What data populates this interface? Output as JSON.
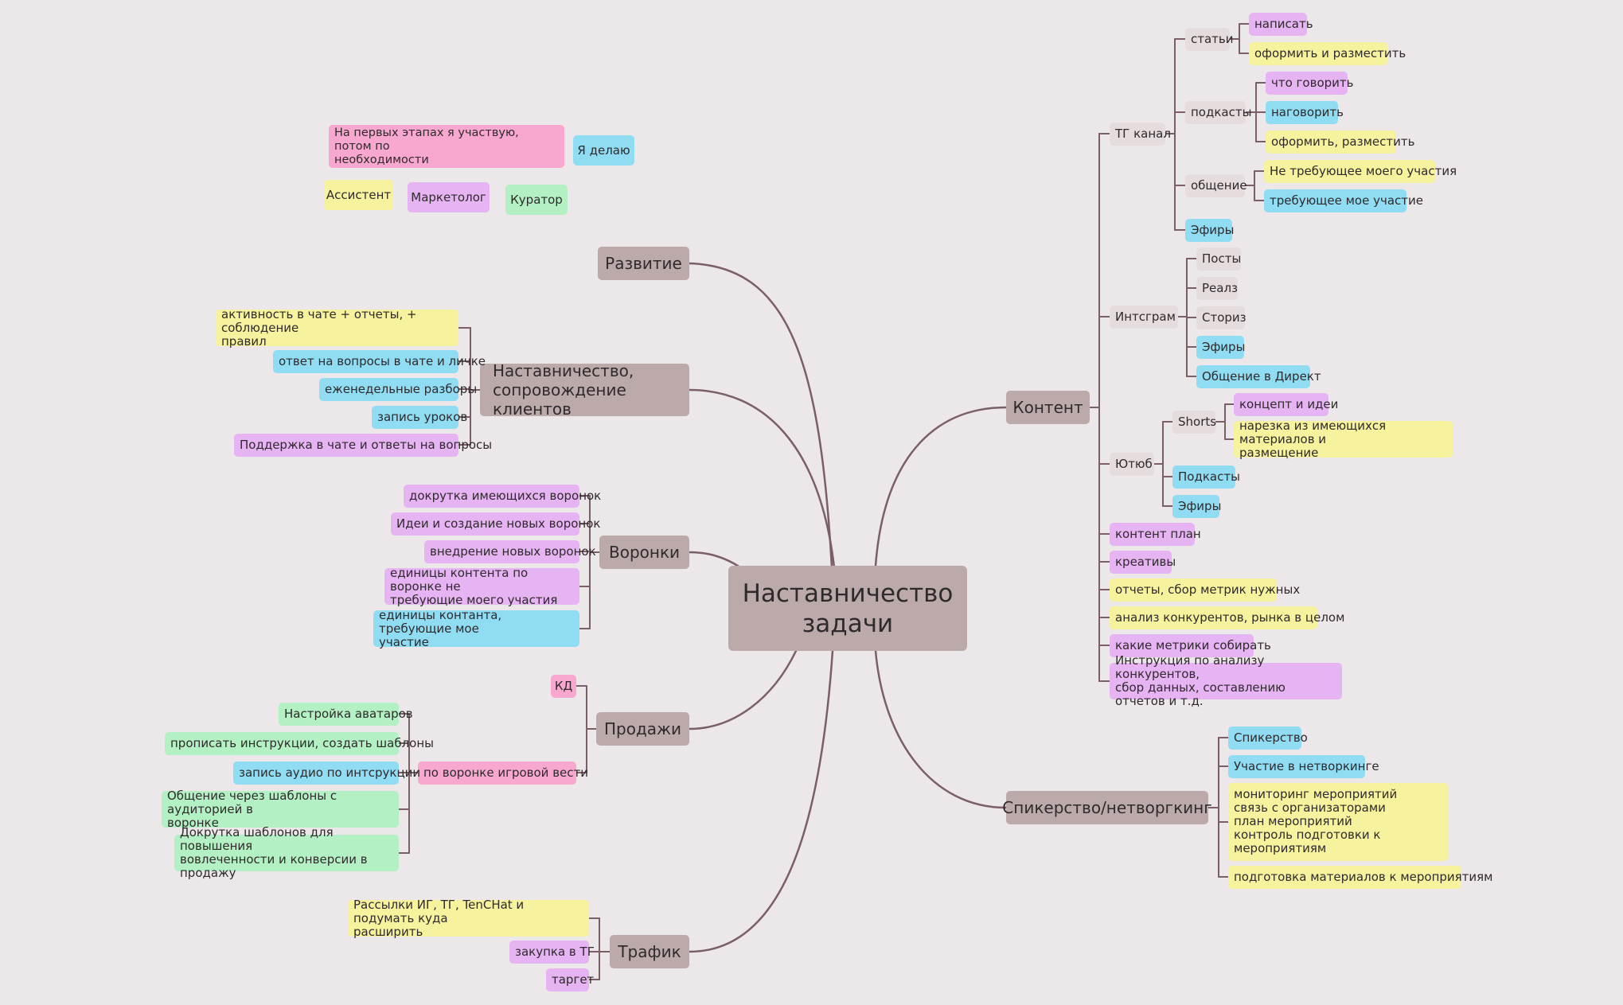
{
  "colors": {
    "background": "#ece7e9",
    "branch": "#bcaaab",
    "connector": "#7a5f66",
    "gray": "#e4dcdd",
    "pink": "#f8a8cf",
    "blue": "#8fdcf3",
    "yellow": "#f6f29e",
    "purple": "#e6b3f3",
    "green": "#b3f0c3"
  },
  "center": "Наставничество\nзадачи",
  "legend": {
    "note": "На первых этапах я участвую, потом по\nнеобходимости",
    "i_do": "Я делаю",
    "assistant": "Ассистент",
    "marketer": "Маркетолог",
    "curator": "Куратор"
  },
  "left": {
    "development": {
      "label": "Развитие"
    },
    "mentoring": {
      "label": "Наставничество,\nсопровождение клиентов",
      "items": [
        "активность в чате + отчеты, + соблюдение\nправил",
        "ответ на вопросы в чате и личке",
        "еженедельные разборы",
        "запись уроков",
        "Поддержка в чате и ответы на вопросы"
      ]
    },
    "funnels": {
      "label": "Воронки",
      "items": [
        "докрутка имеющихся воронок",
        "Идеи и создание новых воронок",
        "внедрение новых воронок",
        "единицы контента по воронке не\nтребующие моего участия",
        "единицы контанта, требующие мое\nучастие"
      ]
    },
    "sales": {
      "label": "Продажи",
      "kd": "КД",
      "game": "по воронке игровой вести",
      "game_items": [
        "Настройка аватаров",
        "прописать инструкции, создать шаблоны",
        "запись аудио по интсрукции",
        "Общение через шаблоны с аудиторией в\nворонке",
        "Докрутка шаблонов для повышения\nвовлеченности и конверсии в продажу"
      ]
    },
    "traffic": {
      "label": "Трафик",
      "items": [
        "Рассылки ИГ, ТГ, TenCHat и подумать куда\nрасширить",
        "закупка в ТГ",
        "таргет"
      ]
    }
  },
  "right": {
    "content": {
      "label": "Контент",
      "tg": {
        "label": "ТГ канал",
        "articles": {
          "label": "статьи",
          "items": [
            "написать",
            "оформить и разместить"
          ]
        },
        "podcasts": {
          "label": "подкасты",
          "items": [
            "что говорить",
            "наговорить",
            "оформить, разместить"
          ]
        },
        "communication": {
          "label": "общение",
          "items": [
            "Не требующее моего участия",
            "требующее мое участие"
          ]
        },
        "streams": "Эфиры"
      },
      "instagram": {
        "label": "Интсграм",
        "items": [
          "Посты",
          "Реалз",
          "Сториз",
          "Эфиры",
          "Общение в Директ"
        ]
      },
      "youtube": {
        "label": "Ютюб",
        "shorts": {
          "label": "Shorts",
          "items": [
            "концепт и идеи",
            "нарезка из имеющихся материалов и\nразмещение"
          ]
        },
        "podcasts": "Подкасты",
        "streams": "Эфиры"
      },
      "items": [
        "контент план",
        "креативы",
        "отчеты, сбор метрик нужных",
        "анализ конкурентов, рынка в целом",
        "какие метрики собирать",
        "Инструкция по анализу конкурентов,\nсбор данных, составлению отчетов и т.д."
      ]
    },
    "speaking": {
      "label": "Спикерство/нетворгкинг",
      "items": [
        "Спикерство",
        "Участие в нетворкинге",
        "мониторинг мероприятий\nсвязь с организаторами\nплан мероприятий\nконтроль подготовки к мероприятиям",
        "подготовка материалов к мероприятиям"
      ]
    }
  }
}
